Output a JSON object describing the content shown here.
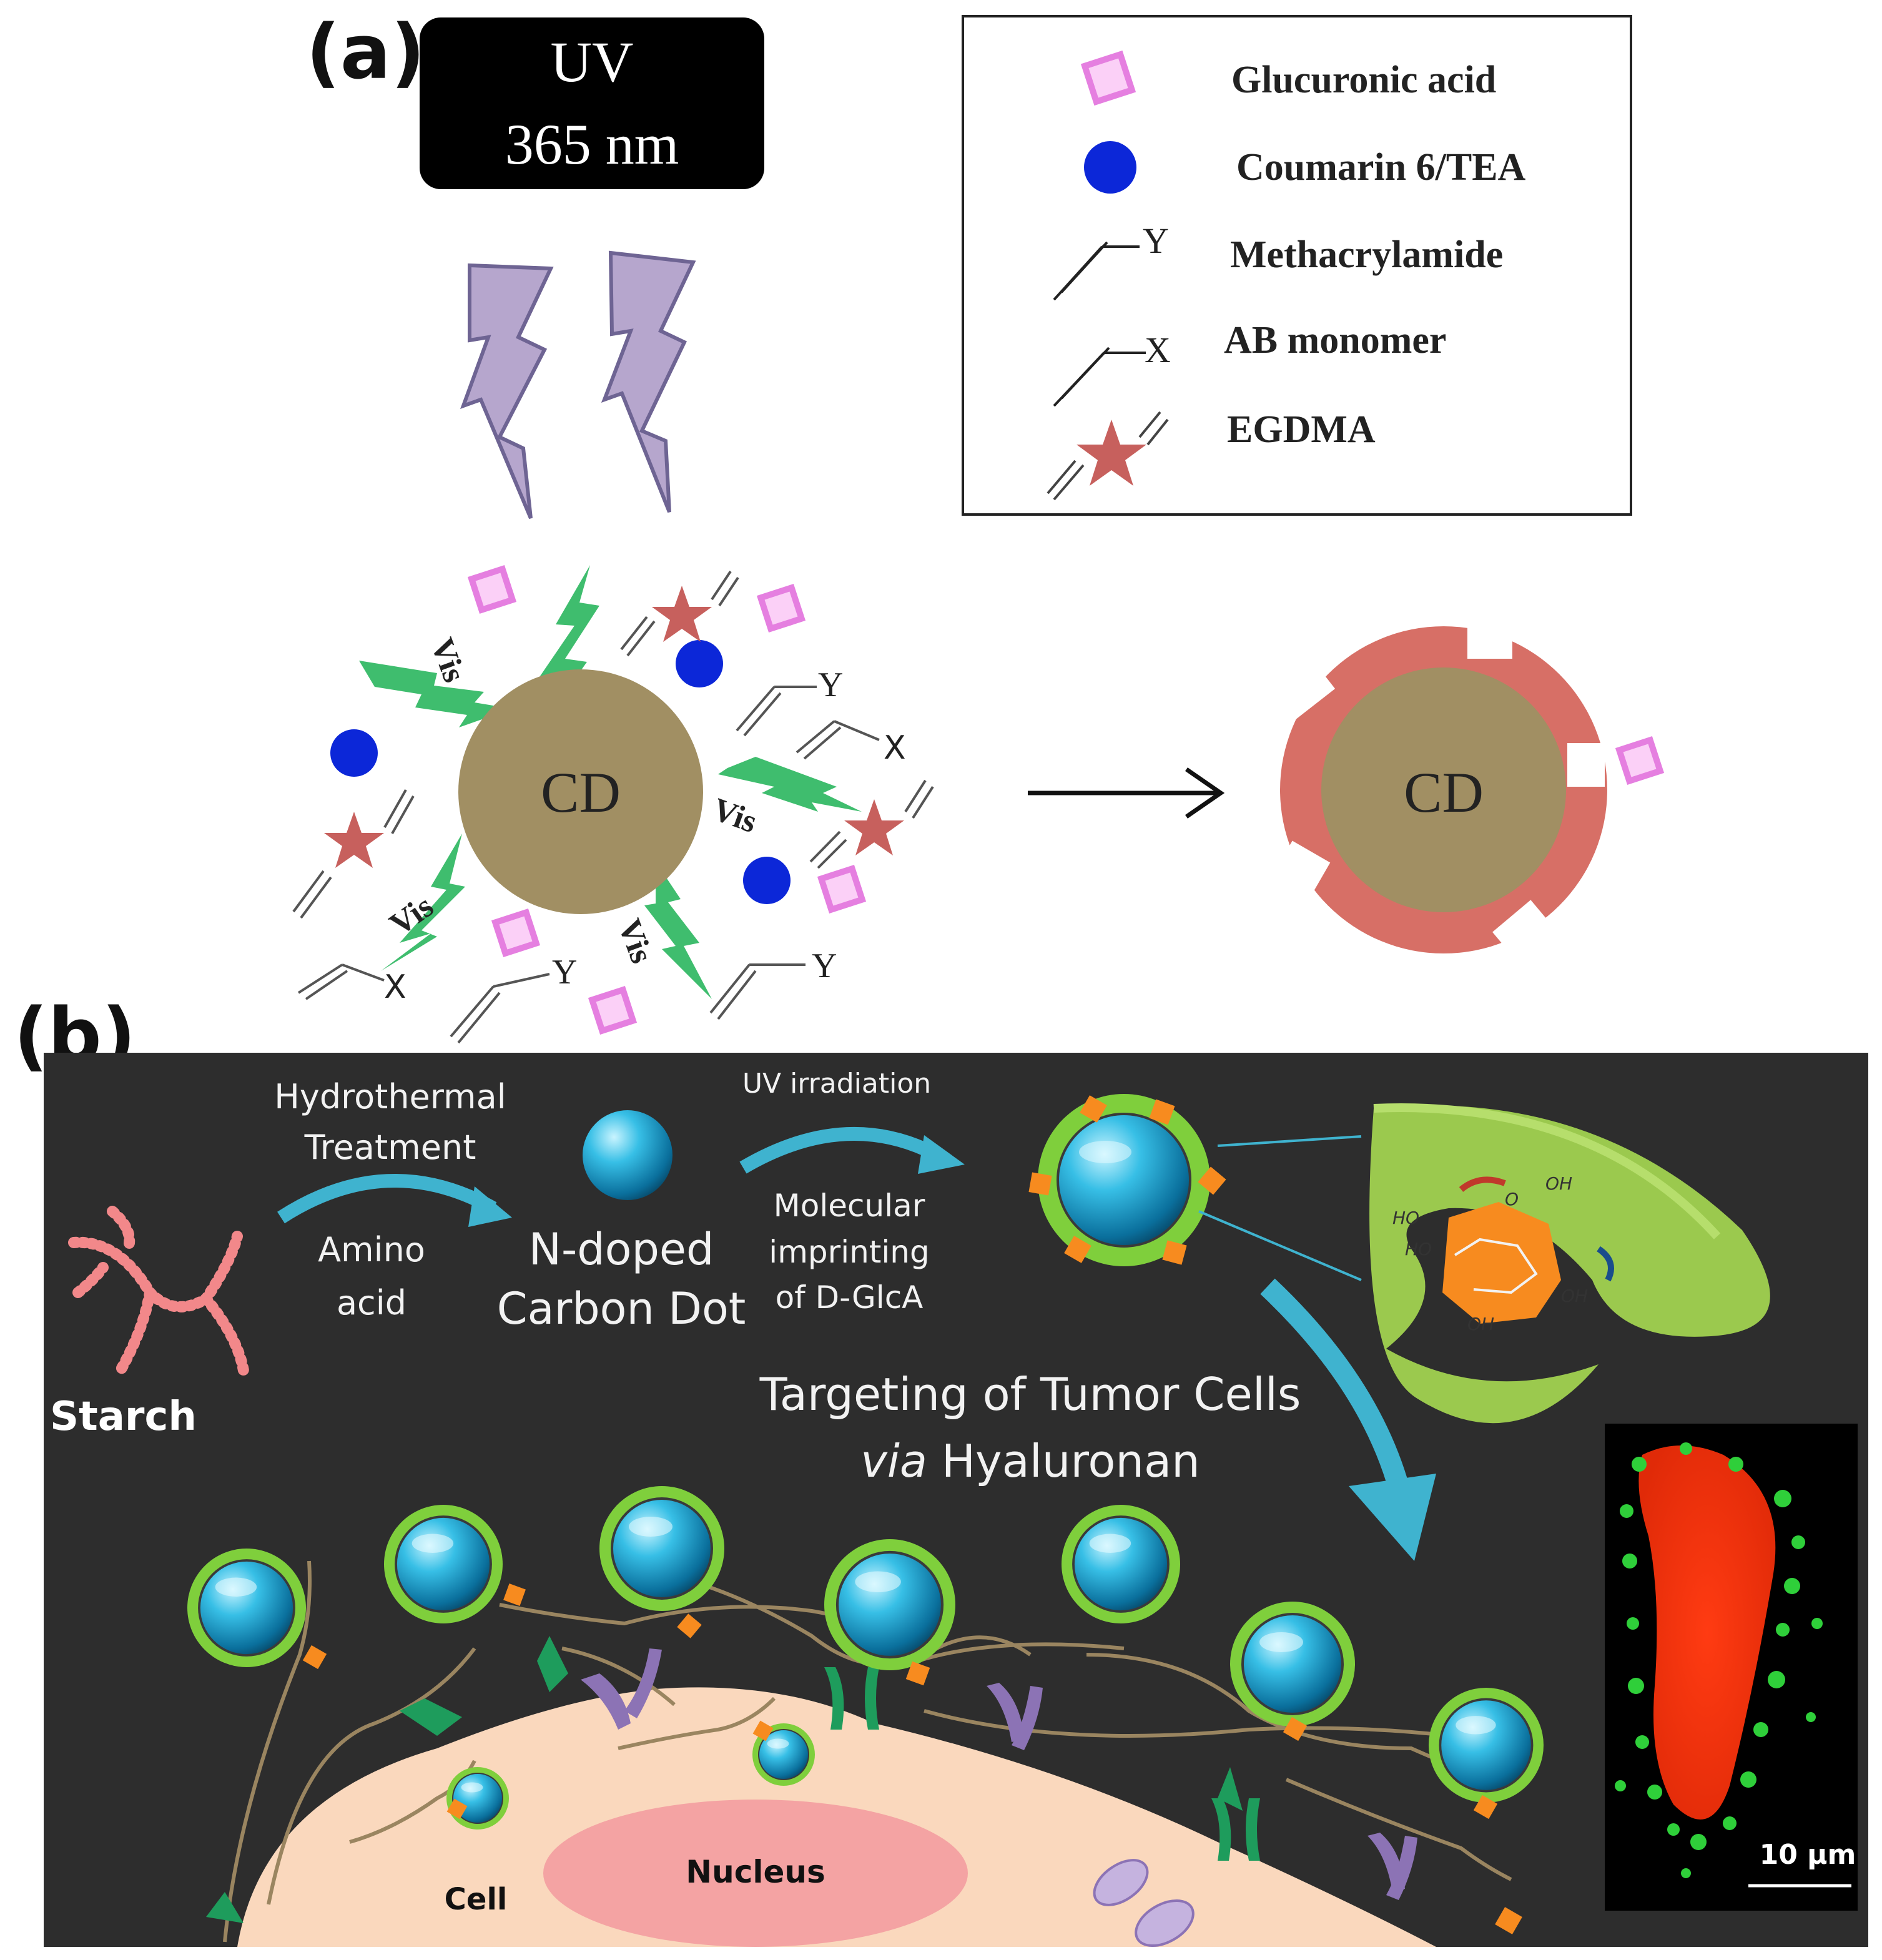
{
  "panel_a": {
    "label": "(a)",
    "uv_box": {
      "line1": "UV",
      "line2": "365 nm"
    },
    "legend": {
      "items": [
        {
          "label": "Glucuronic acid",
          "icon": "pink-square-icon"
        },
        {
          "label": "Coumarin 6/TEA",
          "icon": "blue-circle-icon"
        },
        {
          "label": "Methacrylamide",
          "icon": "vinyl-y-icon",
          "symbol": "Y"
        },
        {
          "label": "AB monomer",
          "icon": "vinyl-x-icon",
          "symbol": "X"
        },
        {
          "label": "EGDMA",
          "icon": "star-crosslinker-icon"
        }
      ]
    },
    "core_label": "CD",
    "product_label": "CD",
    "vis_label": "Vis",
    "y_symbol": "Y",
    "x_symbol": "X"
  },
  "panel_b": {
    "label": "(b)",
    "starch": "Starch",
    "hydrothermal": {
      "line1": "Hydrothermal",
      "line2": "Treatment"
    },
    "amino": {
      "line1": "Amino",
      "line2": "acid"
    },
    "carbon_dot": {
      "line1": "N-doped",
      "line2": "Carbon Dot"
    },
    "uv_irradiation": "UV irradiation",
    "imprinting": {
      "line1": "Molecular",
      "line2": "imprinting",
      "line3": "of D-GlcA"
    },
    "targeting": {
      "line1": "Targeting of Tumor Cells",
      "line2_italic": "via",
      "line2_rest": " Hyaluronan"
    },
    "cell": "Cell",
    "nucleus": "Nucleus",
    "scale_bar": "10 μm",
    "molecule_labels": [
      "OH",
      "HO",
      "HO",
      "OH",
      "OH",
      "O"
    ]
  },
  "colors": {
    "core": "#a18f63",
    "polymer_shell": "#d76f66",
    "pink": "#e57fe0",
    "blue": "#0c27d8",
    "star": "#c7605d",
    "lightning_purple": "#b6a6cd",
    "vis_green": "#3fbd6e",
    "panel_b_bg": "#2d2d2d",
    "teal_arrow": "#3fb3cf",
    "cell": "#fad8bd",
    "nucleus": "#f4a3a3",
    "shell_green": "#7fcf3c",
    "receptor_green": "#1e9c5c",
    "receptor_purple": "#8c73b5",
    "hyaluronan": "#9a8560",
    "orange": "#f78b1f"
  }
}
